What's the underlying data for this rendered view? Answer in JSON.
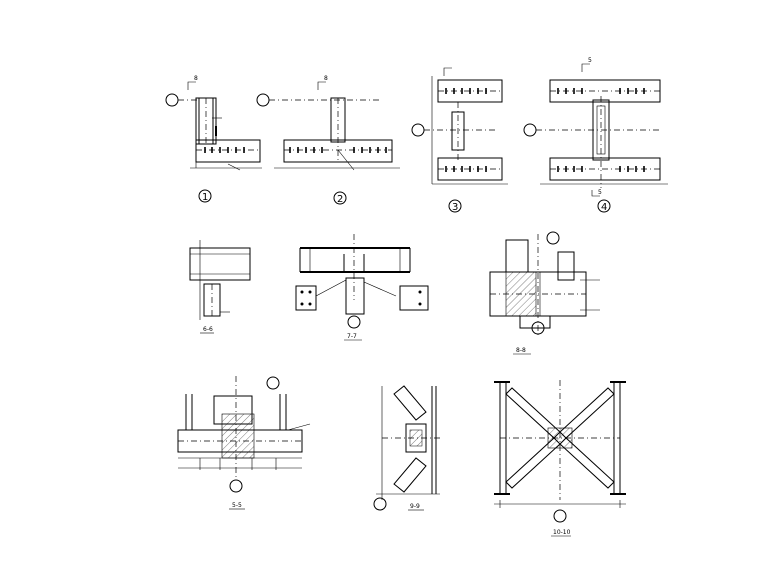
{
  "drawing": {
    "detail_numbers": [
      "1",
      "2",
      "3",
      "4"
    ],
    "axis_marks": [
      "8",
      "8",
      "5",
      "5"
    ],
    "section_captions": [
      "6-6",
      "7-7",
      "8-8",
      "5-5",
      "9-9",
      "10-10"
    ]
  }
}
